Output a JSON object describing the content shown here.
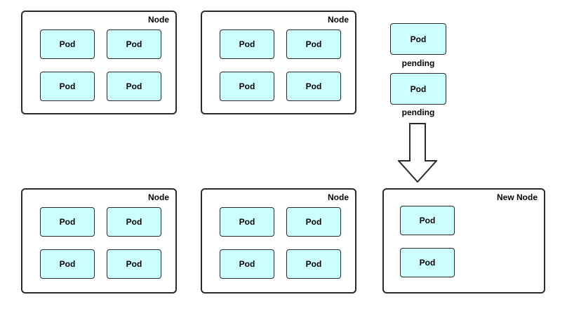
{
  "colors": {
    "pod_fill": "#ccffff",
    "line": "#2b2b2b",
    "node_fill": "#ffffff"
  },
  "nodes": [
    {
      "id": "node-top-left",
      "label": "Node",
      "pods": [
        "Pod",
        "Pod",
        "Pod",
        "Pod"
      ]
    },
    {
      "id": "node-top-middle",
      "label": "Node",
      "pods": [
        "Pod",
        "Pod",
        "Pod",
        "Pod"
      ]
    },
    {
      "id": "node-bottom-left",
      "label": "Node",
      "pods": [
        "Pod",
        "Pod",
        "Pod",
        "Pod"
      ]
    },
    {
      "id": "node-bottom-middle",
      "label": "Node",
      "pods": [
        "Pod",
        "Pod",
        "Pod",
        "Pod"
      ]
    },
    {
      "id": "new-node",
      "label": "New Node",
      "pods": [
        "Pod",
        "Pod"
      ]
    }
  ],
  "pending_pods": [
    {
      "label": "Pod",
      "status": "pending"
    },
    {
      "label": "Pod",
      "status": "pending"
    }
  ],
  "arrow": {
    "direction": "down"
  }
}
